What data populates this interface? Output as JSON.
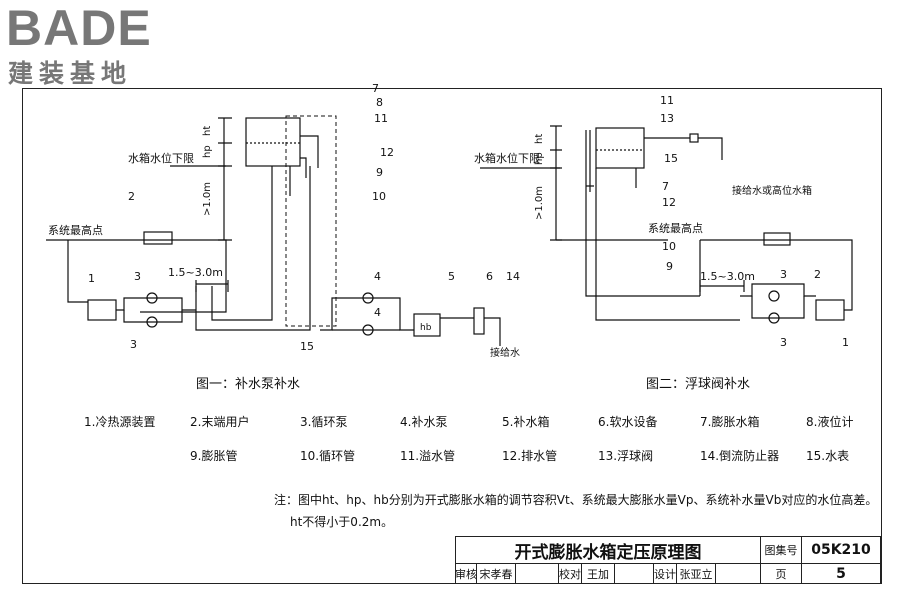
{
  "logo": {
    "brand": "BADE",
    "subtitle": "建装基地"
  },
  "figure1": {
    "caption": "图一：补水泵补水",
    "level_label": "水箱水位下限",
    "highest_point_label": "系统最高点",
    "dimension_ht": "ht",
    "dimension_hp": "hp",
    "dimension_height": ">1.0m",
    "dimension_range": "1.5~3.0m",
    "hb_label": "hb",
    "supply_label": "接给水",
    "numbers": [
      "7",
      "8",
      "11",
      "12",
      "9",
      "10",
      "2",
      "1",
      "3",
      "3",
      "4",
      "4",
      "5",
      "6",
      "14",
      "15"
    ]
  },
  "figure2": {
    "caption": "图二：浮球阀补水",
    "level_label": "水箱水位下限",
    "highest_point_label": "系统最高点",
    "dimension_ht": "ht",
    "dimension_hp": "hp",
    "dimension_height": ">1.0m",
    "dimension_range": "1.5~3.0m",
    "supply_label": "接给水或高位水箱",
    "numbers": [
      "11",
      "13",
      "15",
      "7",
      "12",
      "10",
      "9",
      "2",
      "3",
      "3",
      "1"
    ]
  },
  "legend": [
    "1.冷热源装置",
    "2.末端用户",
    "3.循环泵",
    "4.补水泵",
    "5.补水箱",
    "6.软水设备",
    "7.膨胀水箱",
    "8.液位计",
    "9.膨胀管",
    "10.循环管",
    "11.溢水管",
    "12.排水管",
    "13.浮球阀",
    "14.倒流防止器",
    "15.水表"
  ],
  "note": {
    "line1": "注：图中ht、hp、hb分别为开式膨胀水箱的调节容积Vt、系统最大膨胀水量Vp、系统补水量Vb对应的水位高差。",
    "line2": "ht不得小于0.2m。"
  },
  "title_block": {
    "title": "开式膨胀水箱定压原理图",
    "atlas_label": "图集号",
    "atlas_no": "05K210",
    "review_label": "审核",
    "reviewer": "宋孝春",
    "check_label": "校对",
    "checker": "王加",
    "design_label": "设计",
    "designer": "张亚立",
    "page_label": "页",
    "page_no": "5"
  }
}
